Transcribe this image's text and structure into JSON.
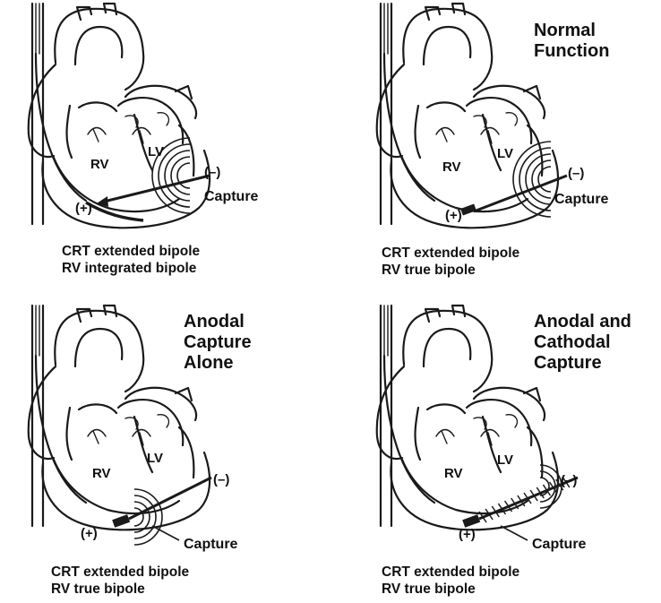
{
  "panels": [
    {
      "heading": [],
      "rv": "RV",
      "lv": "LV",
      "plus": "(+)",
      "minus": "(–)",
      "capture": "Capture",
      "caption": [
        "CRT extended bipole",
        "RV integrated bipole"
      ]
    },
    {
      "heading": [
        "Normal",
        "Function"
      ],
      "rv": "RV",
      "lv": "LV",
      "plus": "(+)",
      "minus": "(–)",
      "capture": "Capture",
      "caption": [
        "CRT extended bipole",
        "RV true bipole"
      ]
    },
    {
      "heading": [
        "Anodal",
        "Capture",
        "Alone"
      ],
      "rv": "RV",
      "lv": "LV",
      "plus": "(+)",
      "minus": "(–)",
      "capture": "Capture",
      "caption": [
        "CRT extended bipole",
        "RV true bipole"
      ]
    },
    {
      "heading": [
        "Anodal and",
        "Cathodal",
        "Capture"
      ],
      "rv": "RV",
      "lv": "LV",
      "plus": "(+)",
      "minus": "(–)",
      "capture": "Capture",
      "caption": [
        "CRT extended bipole",
        "RV true bipole"
      ]
    }
  ],
  "colors": {
    "ink": "#1a1a1a",
    "background": "#ffffff"
  },
  "icons": [
    "heart-diagram-icon",
    "capture-wave-icon",
    "lead-electrode-icon",
    "arrow-icon"
  ]
}
